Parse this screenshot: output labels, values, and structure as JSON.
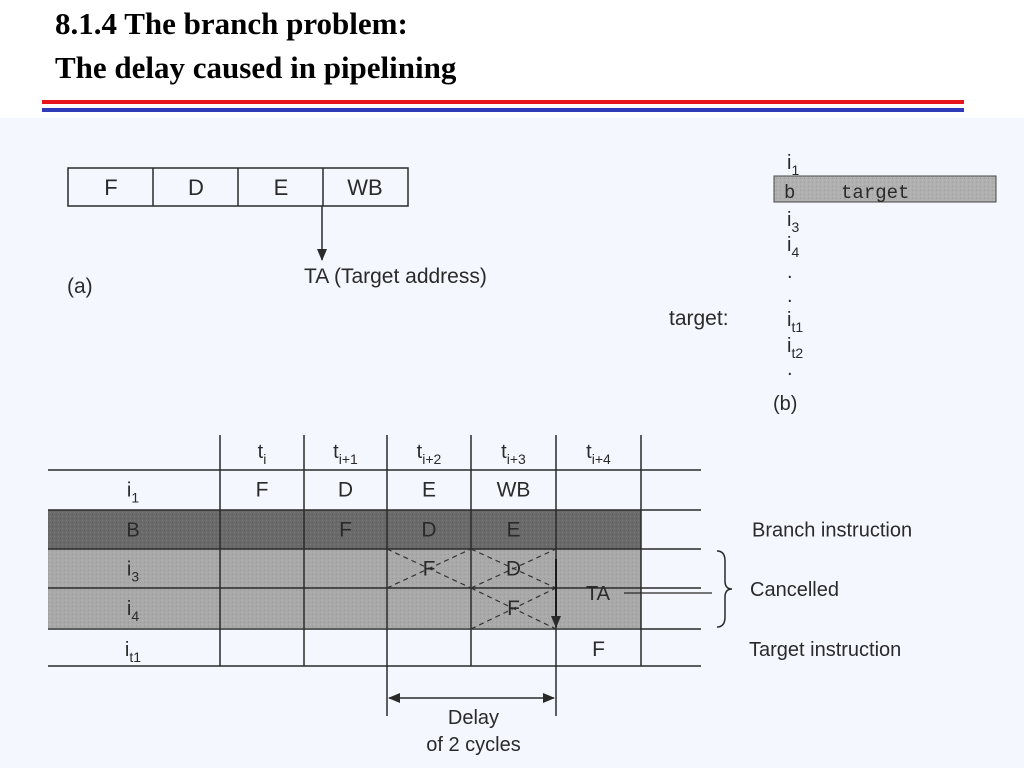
{
  "title": {
    "line1": "8.1.4 The branch problem:",
    "line2": "The delay caused in pipelining"
  },
  "colors": {
    "rule_red": "#e8141c",
    "rule_blue": "#2f3bb8",
    "figure_bg": "#f4f7fd",
    "branch_row": "#6a6a6a",
    "cancelled_row": "#a9a9a9",
    "branch_highlight": "#b0b0b0"
  },
  "figure_a": {
    "stages": [
      "F",
      "D",
      "E",
      "WB"
    ],
    "arrow_label": "TA (Target address)",
    "caption": "(a)"
  },
  "figure_b": {
    "lines": [
      {
        "base": "i",
        "sub": "1"
      },
      {
        "base": "b    target",
        "sub": ""
      },
      {
        "base": "i",
        "sub": "3"
      },
      {
        "base": "i",
        "sub": "4"
      },
      {
        "base": ".",
        "sub": ""
      },
      {
        "base": ".",
        "sub": ""
      },
      {
        "base": "i",
        "sub": "t1"
      },
      {
        "base": "i",
        "sub": "t2"
      },
      {
        "base": ".",
        "sub": ""
      }
    ],
    "target_label": "target:",
    "caption": "(b)"
  },
  "figure_c": {
    "columns": [
      {
        "base": "t",
        "sub": "i"
      },
      {
        "base": "t",
        "sub": "i+1"
      },
      {
        "base": "t",
        "sub": "i+2"
      },
      {
        "base": "t",
        "sub": "i+3"
      },
      {
        "base": "t",
        "sub": "i+4"
      }
    ],
    "rows": [
      {
        "label": {
          "base": "i",
          "sub": "1"
        },
        "cells": [
          "F",
          "D",
          "E",
          "WB",
          ""
        ]
      },
      {
        "label": {
          "base": "B",
          "sub": ""
        },
        "cells": [
          "",
          "F",
          "D",
          "E",
          ""
        ]
      },
      {
        "label": {
          "base": "i",
          "sub": "3"
        },
        "cells": [
          "",
          "",
          "F",
          "D",
          ""
        ]
      },
      {
        "label": {
          "base": "i",
          "sub": "4"
        },
        "cells": [
          "",
          "",
          "",
          "F",
          ""
        ]
      },
      {
        "label": {
          "base": "i",
          "sub": "t1"
        },
        "cells": [
          "",
          "",
          "",
          "",
          "F"
        ]
      }
    ],
    "ta_label": "TA",
    "right_labels": {
      "branch": "Branch instruction",
      "cancelled": "Cancelled",
      "target": "Target instruction"
    },
    "delay_label": {
      "line1": "Delay",
      "line2": "of 2 cycles"
    }
  }
}
